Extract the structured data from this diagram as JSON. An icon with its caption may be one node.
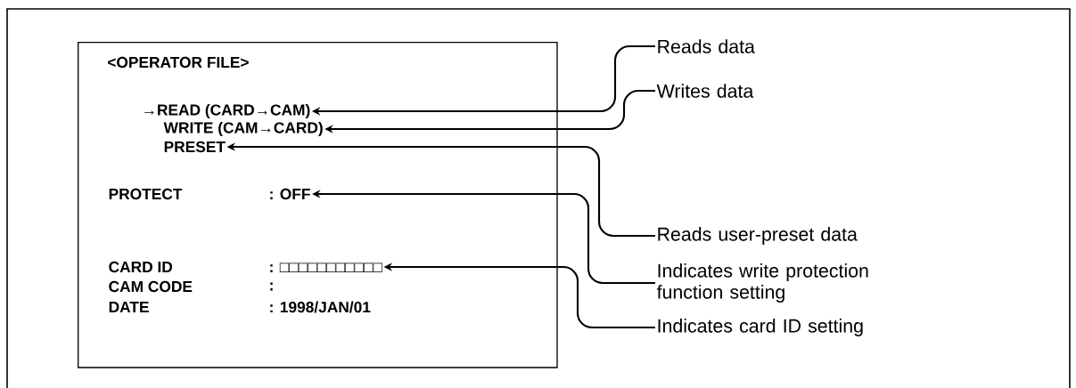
{
  "diagram": {
    "nodes": [
      {
        "text": [
          "<OPERATOR FILE>"
        ]
      },
      {
        "text": [
          "→READ (CARD→CAM)"
        ],
        "in": 0
      },
      {
        "text": [
          "WRITE (CAM→CARD)"
        ],
        "in": 0
      },
      {
        "text": [
          "PRESET"
        ],
        "in": 0
      },
      {
        "text": [
          "PROTECT",
          ": OFF"
        ],
        "in": 0
      },
      {
        "text": [
          "CARD ID",
          ": □□□□□□□□□□□"
        ],
        "in": 0
      },
      {
        "text": [
          "Reads data"
        ]
      },
      {
        "text": [
          "Writes data"
        ]
      },
      {
        "text": [
          "Reads user-preset data"
        ]
      },
      {
        "text": [
          "Indicates write protection function setting"
        ]
      },
      {
        "text": [
          "Indicates card ID setting"
        ]
      }
    ],
    "edges": [
      {
        "from": 6,
        "to": 1,
        "arrow": "to"
      },
      {
        "from": 7,
        "to": 2,
        "arrow": "to"
      },
      {
        "from": 8,
        "to": 3,
        "arrow": "to"
      },
      {
        "from": 9,
        "to": 4,
        "arrow": "to"
      },
      {
        "from": 10,
        "to": 5,
        "arrow": "to"
      }
    ],
    "labels": [
      "CAM CODE",
      ":",
      "DATE",
      ": 1998/JAN/01"
    ]
  }
}
